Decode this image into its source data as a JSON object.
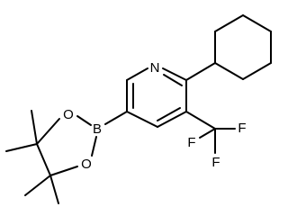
{
  "atoms": {
    "nitrogen": "N",
    "boron": "B",
    "oxygen_upper": "O",
    "oxygen_lower": "O",
    "fluorine_right": "F",
    "fluorine_bottom": "F",
    "fluorine_left": "F"
  }
}
